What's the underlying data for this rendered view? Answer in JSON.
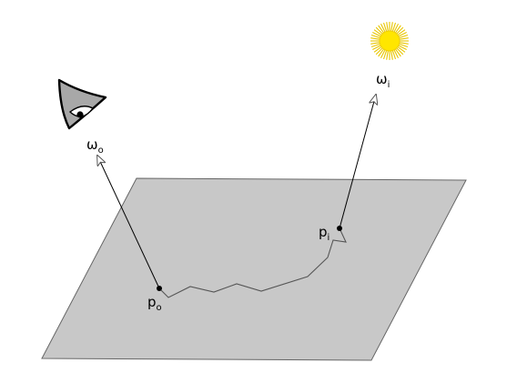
{
  "labels": {
    "omega_o": {
      "base": "ω",
      "sub": "o"
    },
    "omega_i": {
      "base": "ω",
      "sub": "i"
    },
    "p_o": {
      "base": "p",
      "sub": "o"
    },
    "p_i": {
      "base": "p",
      "sub": "i"
    }
  },
  "icons": {
    "viewer": "eye-icon",
    "light": "sun-icon"
  },
  "colors": {
    "surface_fill": "#c8c8c8",
    "surface_stroke": "#555555",
    "sun_fill": "#ffe600",
    "sun_rays": "#e8c600",
    "eye_fill": "#a9a9a9",
    "ink": "#000000"
  }
}
